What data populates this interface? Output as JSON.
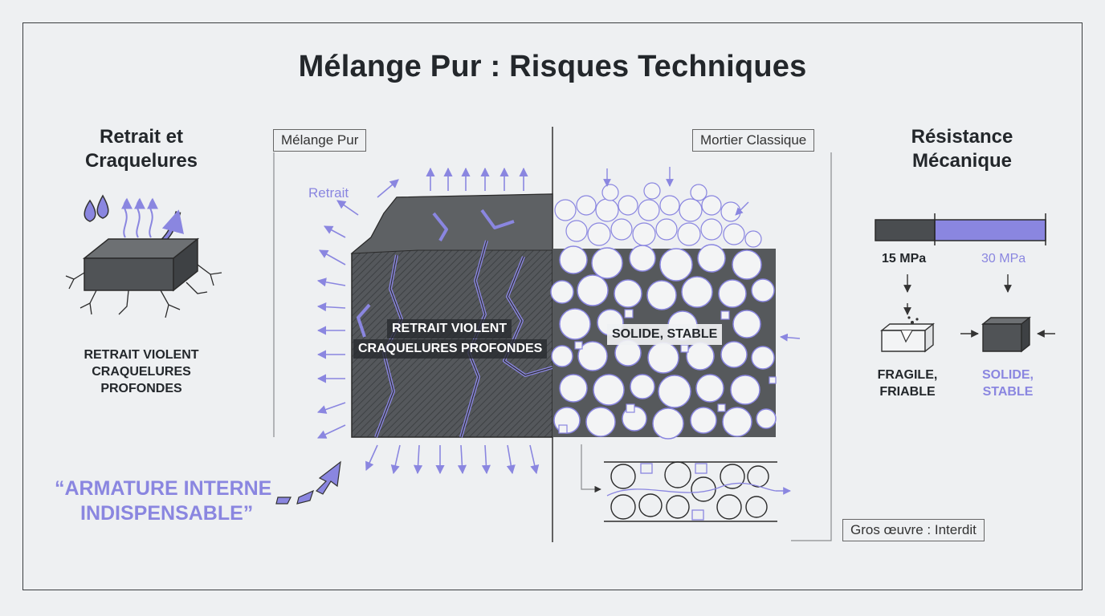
{
  "title": "Mélange Pur : Risques Techniques",
  "left_panel": {
    "heading_line1": "Retrait et",
    "heading_line2": "Craquelures",
    "caption_lines": [
      "RETRAIT VIOLENT",
      "CRAQUELURES",
      "PROFONDES"
    ]
  },
  "center": {
    "left_box_label": "Mélange Pur",
    "right_box_label": "Mortier Classique",
    "retrait_label": "Retrait",
    "left_overlay_line1": "RETRAIT VIOLENT",
    "left_overlay_line2": "CRAQUELURES PROFONDES",
    "right_overlay": "SOLIDE, STABLE",
    "footer_note": "Gros œuvre : Interdit"
  },
  "callout": {
    "line1": "“ARMATURE INTERNE",
    "line2": "INDISPENSABLE”"
  },
  "right_panel": {
    "heading_line1": "Résistance",
    "heading_line2": "Mécanique",
    "bar": [
      {
        "value_label": "15 MPa",
        "value": 15,
        "color": "#4a4d50"
      },
      {
        "value_label": "30 MPa",
        "value": 30,
        "color": "#8a86e0"
      }
    ],
    "left_result_lines": [
      "FRAGILE,",
      "FRIABLE"
    ],
    "right_result_lines": [
      "SOLIDE,",
      "STABLE"
    ]
  },
  "colors": {
    "accent": "#8a86e0",
    "dark": "#4a4d50",
    "ink": "#23272b"
  }
}
